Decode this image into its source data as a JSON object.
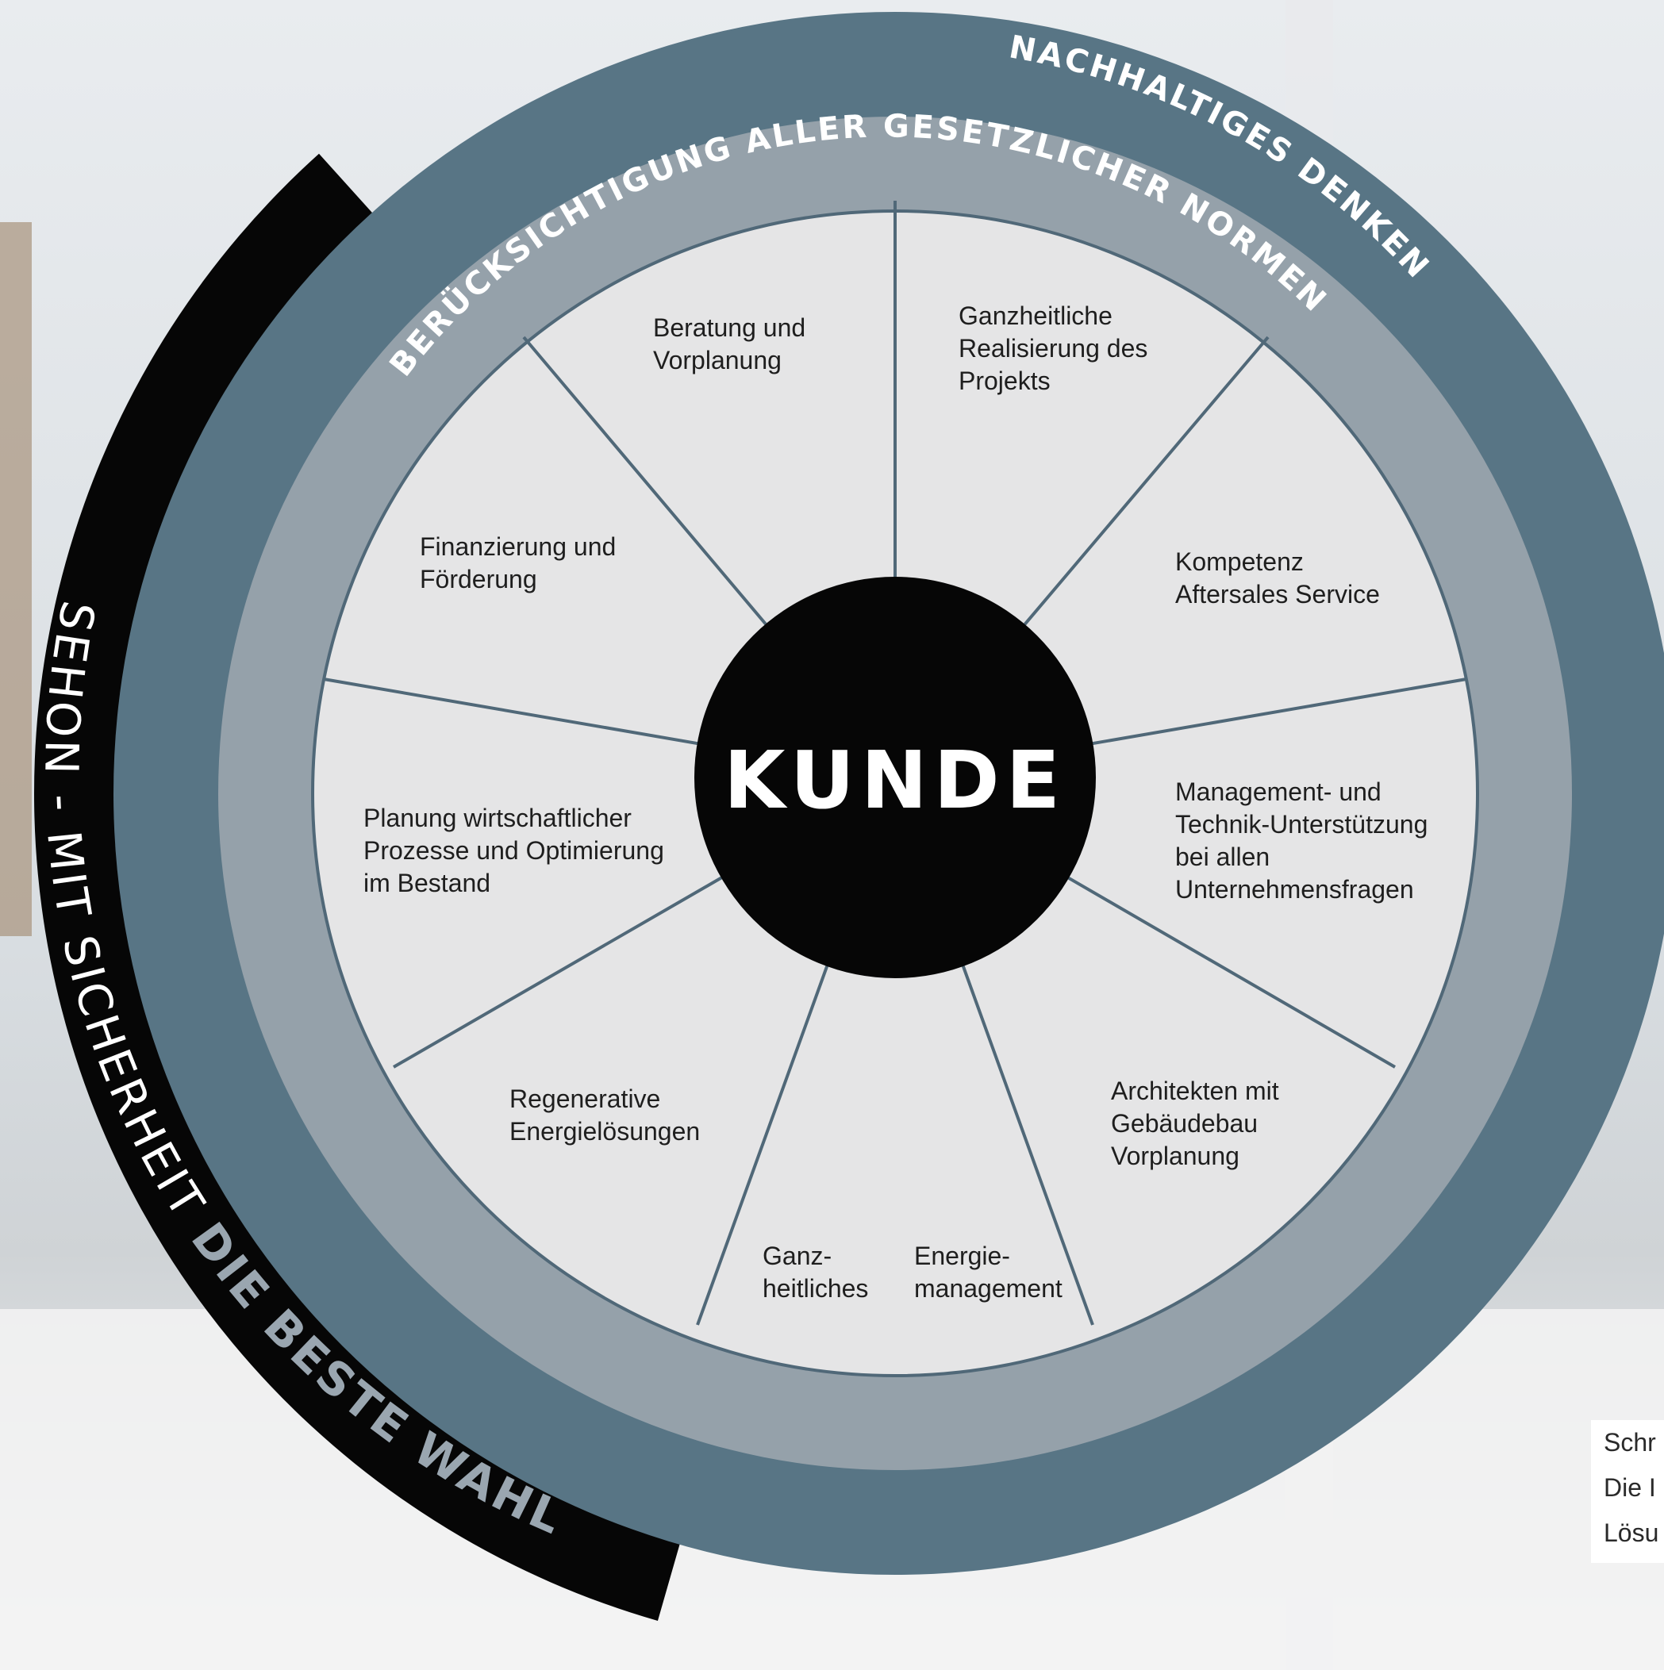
{
  "center": {
    "label": "KUNDE"
  },
  "rings": {
    "outer_label": "NACHHALTIGES DENKEN",
    "inner_label": "BERÜCKSICHTIGUNG ALLER  GESETZLICHER NORMEN"
  },
  "outer_arc": {
    "light_text": "SEHON - MIT SICHERHEIT ",
    "bold_text": "DIE BESTE WAHL"
  },
  "segments": [
    {
      "lines": [
        "Beratung und",
        "Vorplanung"
      ]
    },
    {
      "lines": [
        "Ganzheitliche",
        "Realisierung des",
        "Projekts"
      ]
    },
    {
      "lines": [
        "Kompetenz",
        "Aftersales Service"
      ]
    },
    {
      "lines": [
        "Management- und",
        "Technik-Unterstützung",
        "bei allen",
        "Unternehmensfragen"
      ]
    },
    {
      "lines": [
        "Architekten mit",
        "Gebäudebau",
        "Vorplanung"
      ]
    },
    {
      "lines": [
        "Energie-",
        "management"
      ]
    },
    {
      "lines": [
        "Ganz-",
        "heitliches"
      ]
    },
    {
      "lines": [
        "Regenerative",
        "Energielösungen"
      ]
    },
    {
      "lines": [
        "Planung wirtschaftlicher",
        "Prozesse und Optimierung",
        "im Bestand"
      ]
    },
    {
      "lines": [
        "Finanzierung und",
        "Förderung"
      ]
    }
  ],
  "caption": {
    "lines": [
      "Schr",
      "Die I",
      "Lösu"
    ]
  },
  "colors": {
    "outer_ring": "#587585",
    "inner_ring": "#95a1aa",
    "segment_fill": "#e5e5e6",
    "divider": "#506878",
    "center": "#060606",
    "black_arc": "#060606"
  }
}
